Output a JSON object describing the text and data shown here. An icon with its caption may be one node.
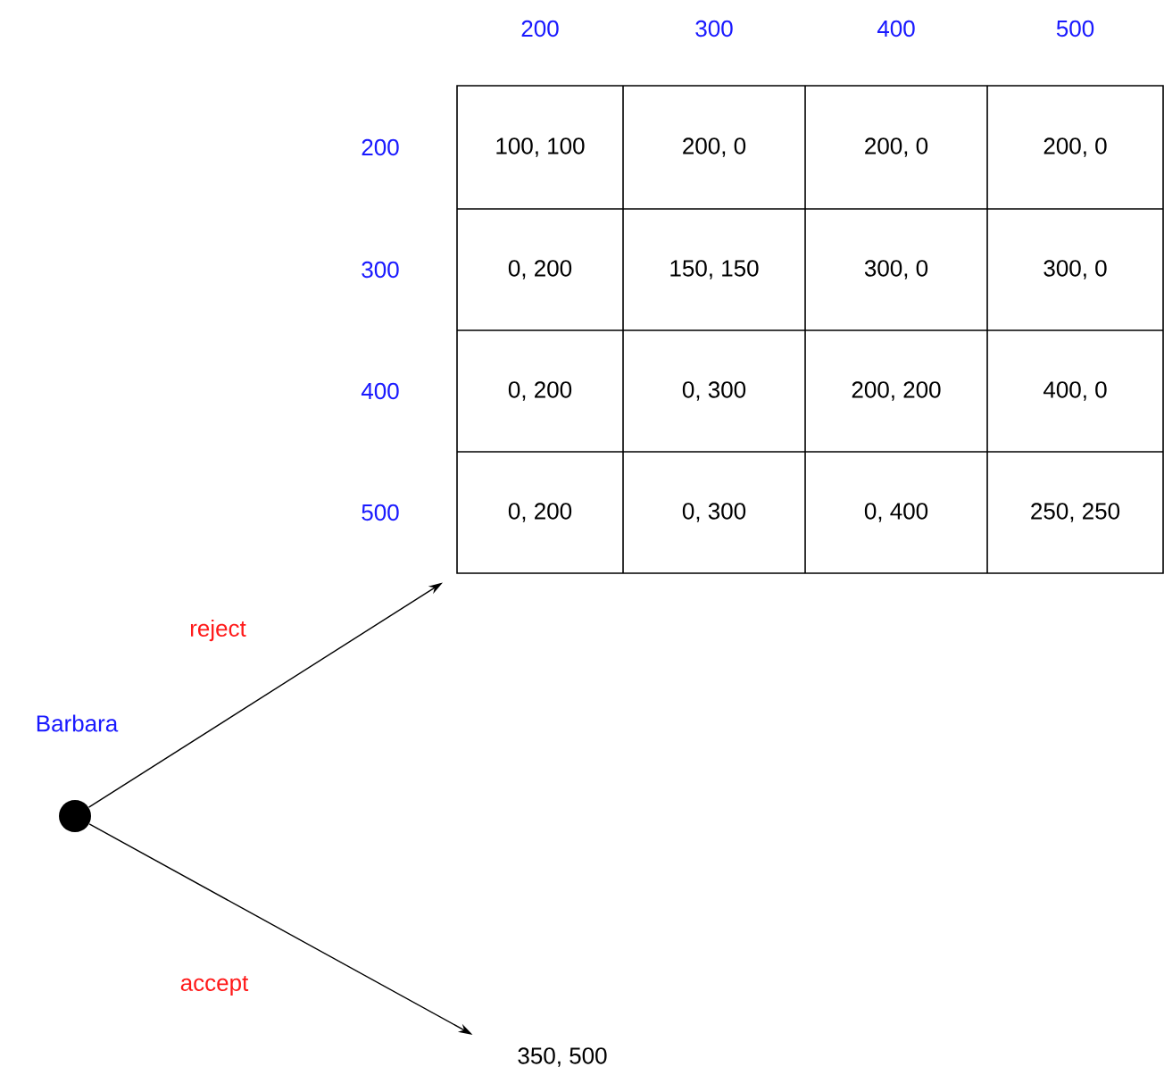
{
  "diagram": {
    "nodes": [
      {
        "text": [],
        "shape": "circle",
        "beside": [
          "Barbara"
        ]
      },
      {
        "text": [],
        "shape": "box"
      },
      {
        "text": [
          "350, 500"
        ]
      }
    ],
    "edges": [
      {
        "from": 0,
        "to": 1,
        "arrow": "to",
        "label": "reject"
      },
      {
        "from": 0,
        "to": 2,
        "arrow": "to",
        "label": "accept"
      }
    ],
    "labels": [
      "200",
      "300",
      "400",
      "500",
      "200",
      "100, 100",
      "200, 0",
      "200, 0",
      "200, 0",
      "300",
      "0, 200",
      "150, 150",
      "300, 0",
      "300, 0",
      "400",
      "0, 200",
      "0, 300",
      "200, 200",
      "400, 0",
      "500",
      "0, 200",
      "0, 300",
      "0, 400",
      "250, 250"
    ]
  }
}
